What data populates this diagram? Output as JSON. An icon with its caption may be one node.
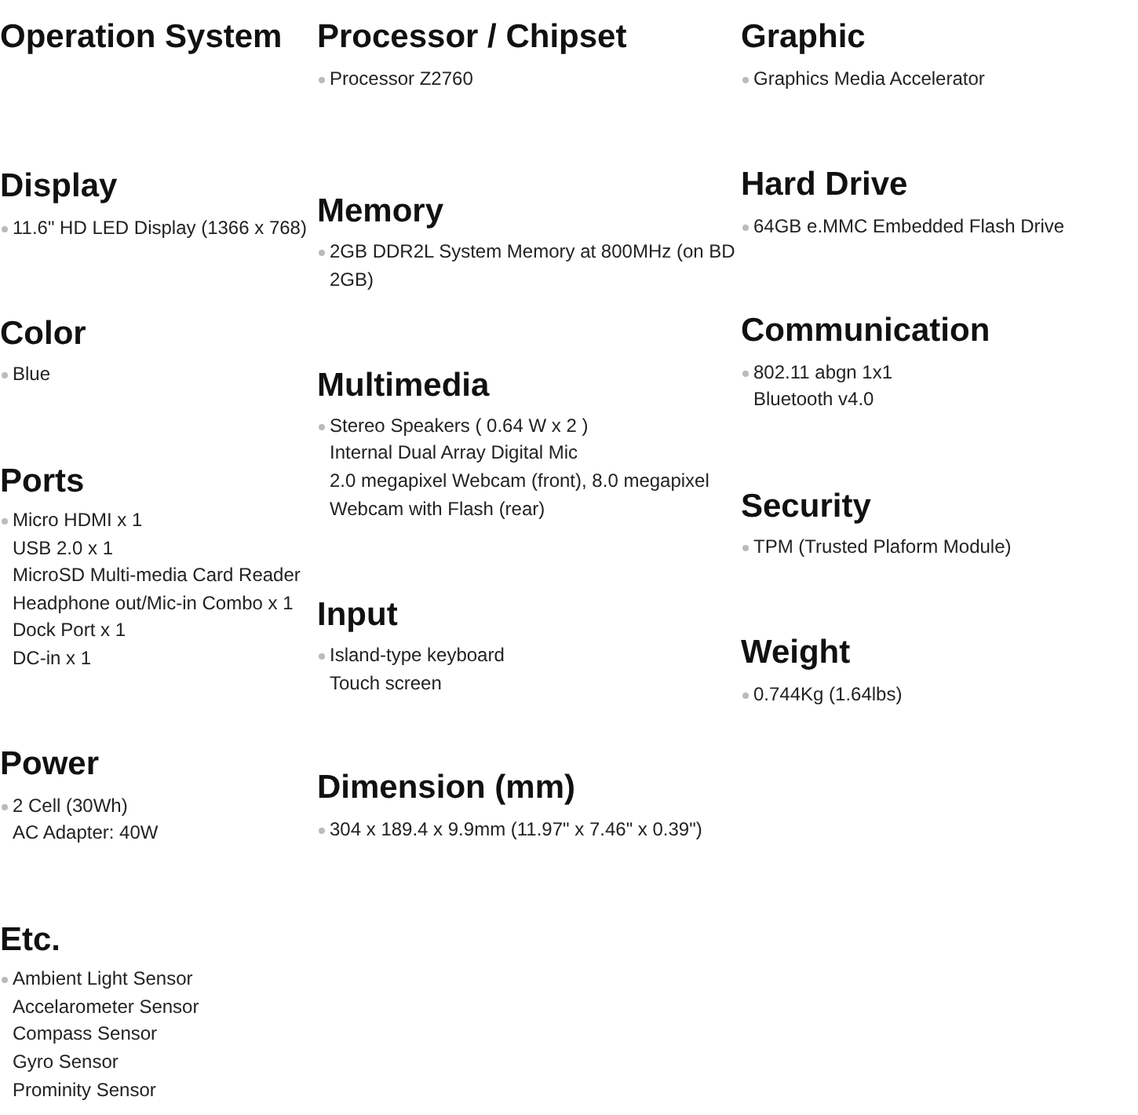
{
  "diagram": {
    "labels": [
      "Operation System",
      "Display",
      "11.6\" HD LED Display (1366 x 768)",
      "Color",
      "Blue",
      "Ports",
      "Micro HDMI x 1",
      "USB 2.0 x 1",
      "MicroSD Multi-media Card Reader",
      "Headphone out/Mic-in Combo x 1",
      "Dock Port x 1",
      "DC-in x 1",
      "Power",
      "2 Cell (30Wh)",
      "AC Adapter: 40W",
      "Etc.",
      "Ambient Light Sensor",
      "Accelarometer Sensor",
      "Compass Sensor",
      "Gyro Sensor",
      "Prominity Sensor",
      "Processor / Chipset",
      "Processor Z2760",
      "Memory",
      "2GB DDR2L System Memory at 800MHz (on BD 2GB)",
      "Multimedia",
      "Stereo Speakers ( 0.64 W x 2 )",
      "Internal Dual Array Digital Mic",
      "2.0 megapixel Webcam (front), 8.0 megapixel Webcam with Flash (rear)",
      "Input",
      "Island-type keyboard",
      "Touch screen",
      "Dimension (mm)",
      "304 x 189.4 x 9.9mm (11.97\" x 7.46\" x 0.39\")",
      "Graphic",
      "Graphics Media Accelerator",
      "Hard Drive",
      "64GB e.MMC Embedded Flash Drive",
      "Communication",
      "802.11 abgn 1x1",
      "Bluetooth v4.0",
      "Security",
      "TPM (Trusted Plaform Module)",
      "Weight",
      "0.744Kg (1.64lbs)"
    ]
  }
}
